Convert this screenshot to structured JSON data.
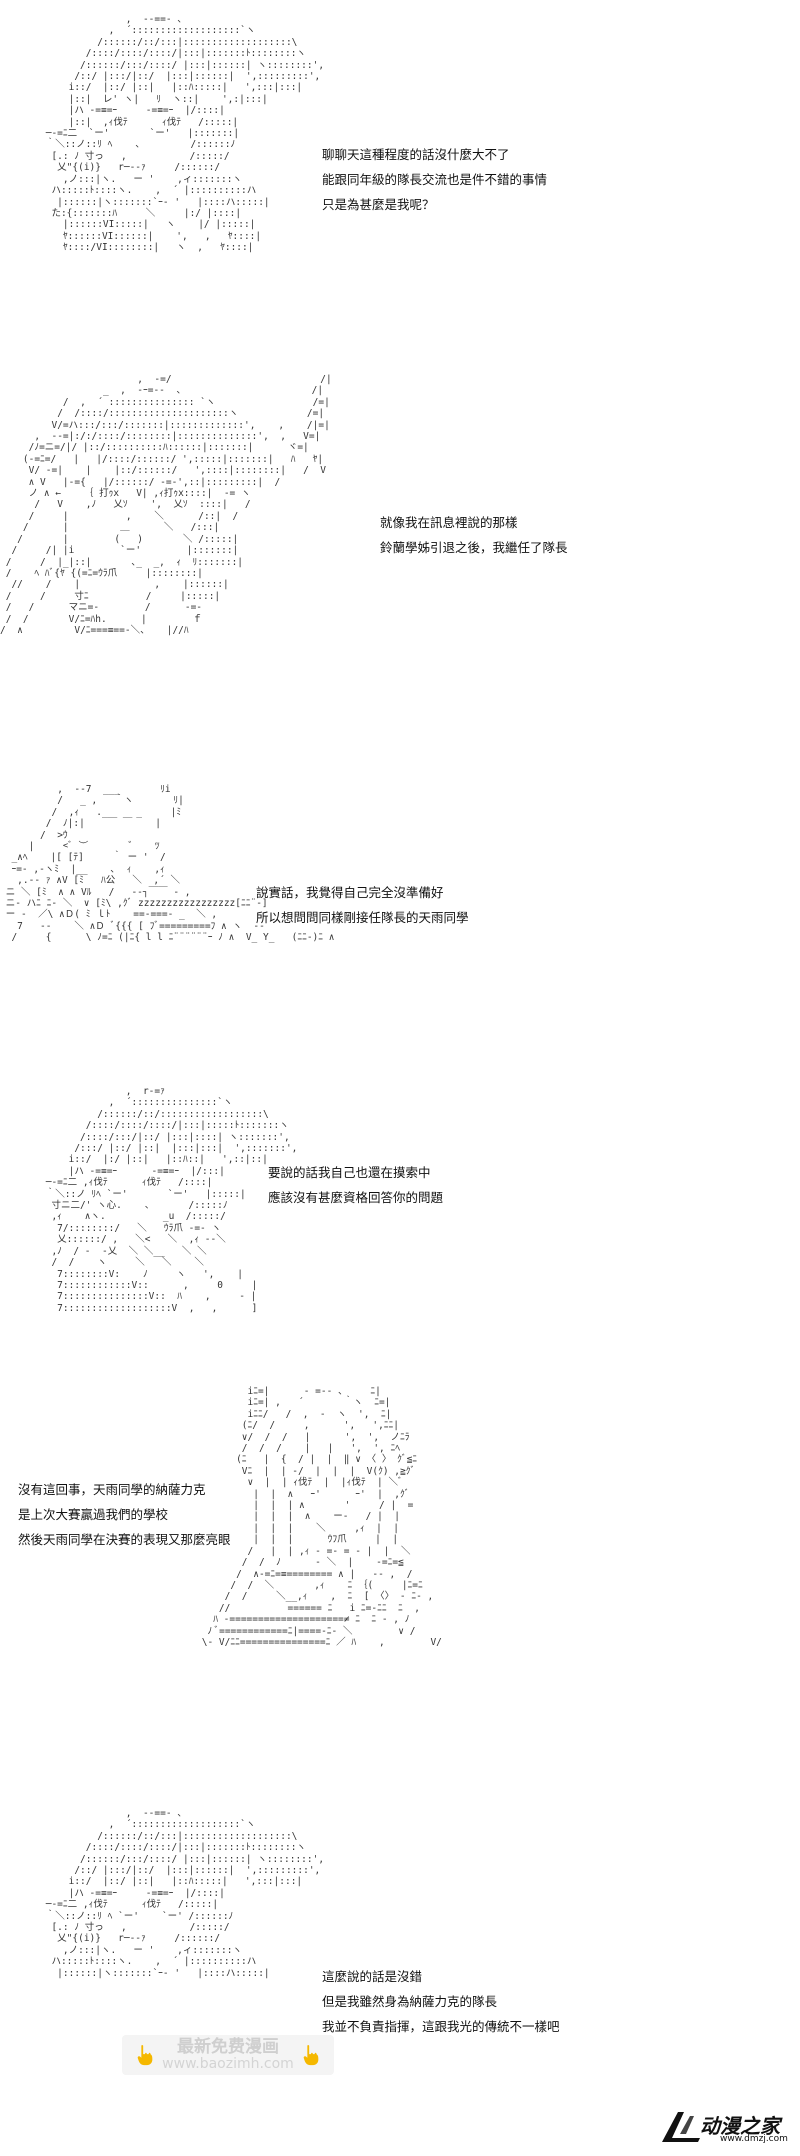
{
  "panels": [
    {
      "id": "panel-1",
      "dialog": [
        "聊聊天這種程度的話沒什麼大不了",
        "能跟同年級的隊長交流也是件不錯的事情",
        "只是為甚麼是我呢？"
      ]
    },
    {
      "id": "panel-2",
      "dialog": [
        "就像我在訊息裡說的那樣",
        "鈴蘭學姊引退之後，我繼任了隊長"
      ]
    },
    {
      "id": "panel-3",
      "dialog": [
        "說實話，我覺得自己完全沒準備好",
        "所以想問問同樣剛接任隊長的天雨同學"
      ]
    },
    {
      "id": "panel-4",
      "dialog": [
        "要說的話我自己也還在摸索中",
        "應該沒有甚麼資格回答你的問題"
      ]
    },
    {
      "id": "panel-5",
      "dialog": [
        "沒有這回事，天雨同學的納薩力克",
        "是上次大賽贏過我們的學校",
        "然後天雨同學在決賽的表現又那麼亮眼"
      ]
    },
    {
      "id": "panel-6",
      "dialog": [
        "這麼說的話是沒錯",
        "但是我雖然身為納薩力克的隊長",
        "我並不負責指揮，這跟我光的傳統不一樣吧"
      ]
    }
  ],
  "watermark": {
    "text": "最新免费漫画",
    "url": "www.baozimh.com",
    "icon": "pointing-hand-icon"
  },
  "logo": {
    "text": "动漫之家",
    "url": "www.dmzj.com",
    "icon": "brush-stroke-icon"
  },
  "colors": {
    "background": "#ffffff",
    "text": "#111111",
    "art": "#333333",
    "watermark_icon": "#f5b800"
  }
}
